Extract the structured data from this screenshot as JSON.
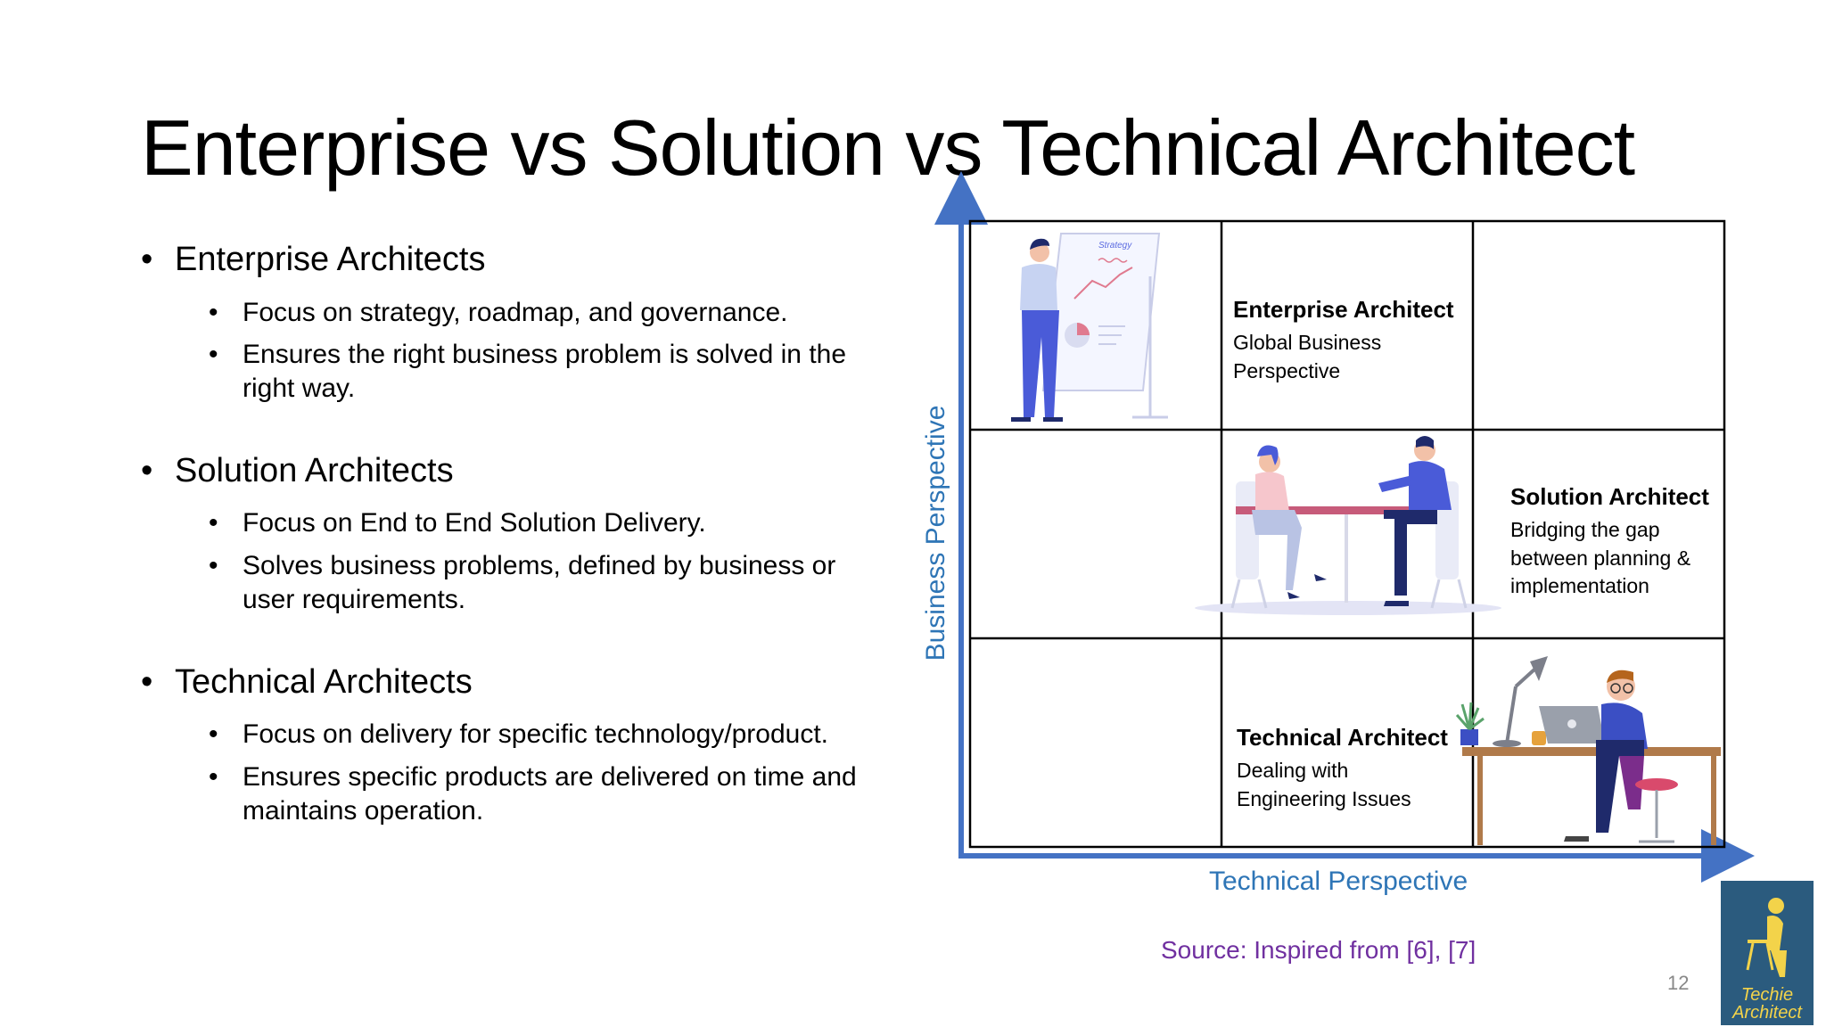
{
  "title": "Enterprise vs Solution vs Technical Architect",
  "sections": [
    {
      "heading": "Enterprise Architects",
      "items": [
        "Focus on strategy, roadmap, and governance.",
        "Ensures the right business problem is solved in the right way."
      ]
    },
    {
      "heading": "Solution Architects",
      "items": [
        "Focus on End to End Solution Delivery.",
        "Solves business problems, defined by business or user requirements."
      ]
    },
    {
      "heading": "Technical Architects",
      "items": [
        "Focus on delivery for specific technology/product.",
        "Ensures specific products are delivered on time and maintains operation."
      ]
    }
  ],
  "matrix": {
    "y_axis_label": "Business Perspective",
    "x_axis_label": "Technical Perspective",
    "enterprise": {
      "title": "Enterprise Architect",
      "line1": "Global Business",
      "line2": "Perspective"
    },
    "solution": {
      "title": "Solution Architect",
      "line1": "Bridging the gap",
      "line2": "between planning &",
      "line3": "implementation"
    },
    "technical": {
      "title": "Technical Architect",
      "line1": "Dealing with",
      "line2": "Engineering Issues"
    },
    "board_label": "Strategy"
  },
  "source": "Source: Inspired from [6], [7]",
  "page_number": "12",
  "logo": {
    "line1": "Techie",
    "line2": "Architect"
  },
  "colors": {
    "axis": "#4472c4",
    "axis_label": "#2e75b6",
    "source": "#7030a0",
    "figure": "#4a5bd8"
  }
}
